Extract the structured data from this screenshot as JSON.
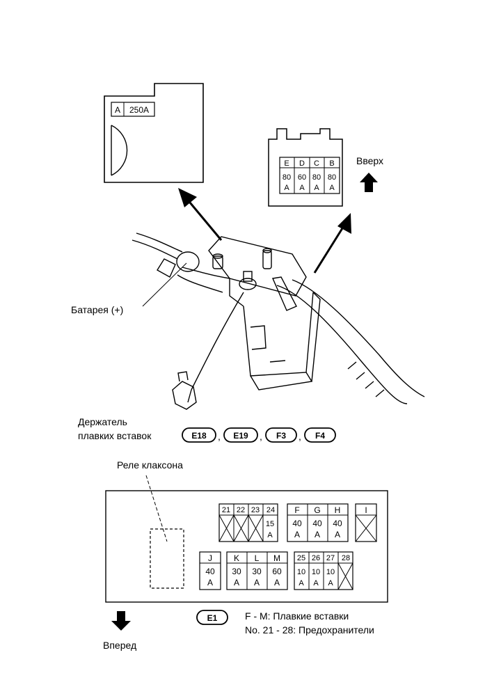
{
  "top_left_box": {
    "letter": "A",
    "rating": "250A"
  },
  "top_right_box": {
    "letters": [
      "E",
      "D",
      "C",
      "B"
    ],
    "values": [
      "80",
      "60",
      "80",
      "80"
    ],
    "unit": "A"
  },
  "labels": {
    "up": "Вверх",
    "battery": "Батарея (+)",
    "holder_line1": "Держатель",
    "holder_line2": "плавких вставок",
    "horn_relay": "Реле клаксона",
    "forward": "Вперед",
    "legend_fuse_links": "F - M: Плавкие вставки",
    "legend_fuses": "No. 21 - 28: Предохранители"
  },
  "connectors": [
    "E18",
    "E19",
    "F3",
    "F4"
  ],
  "connector_separator": ",",
  "e1_connector": "E1",
  "fuse_block": {
    "row1_small": {
      "numbers": [
        "21",
        "22",
        "23",
        "24"
      ],
      "values": [
        "",
        "",
        "",
        "15"
      ]
    },
    "row1_links": {
      "letters": [
        "F",
        "G",
        "H"
      ],
      "values": [
        "40",
        "40",
        "40"
      ]
    },
    "row1_single": {
      "letter": "I"
    },
    "row2_single": {
      "letter": "J",
      "value": "40"
    },
    "row2_links": {
      "letters": [
        "K",
        "L",
        "M"
      ],
      "values": [
        "30",
        "30",
        "60"
      ]
    },
    "row2_small": {
      "numbers": [
        "25",
        "26",
        "27",
        "28"
      ],
      "values": [
        "10",
        "10",
        "10",
        ""
      ]
    },
    "unit": "A"
  }
}
